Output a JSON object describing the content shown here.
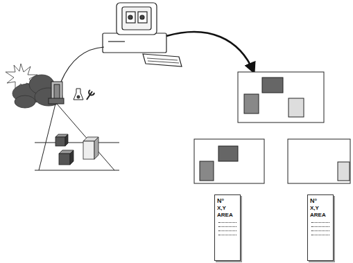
{
  "diagram": {
    "nodes": [
      {
        "text": [
          "N°",
          "X,Y",
          "AREA"
        ]
      },
      {
        "text": [
          "N°",
          "X,Y",
          "AREA"
        ]
      }
    ]
  }
}
